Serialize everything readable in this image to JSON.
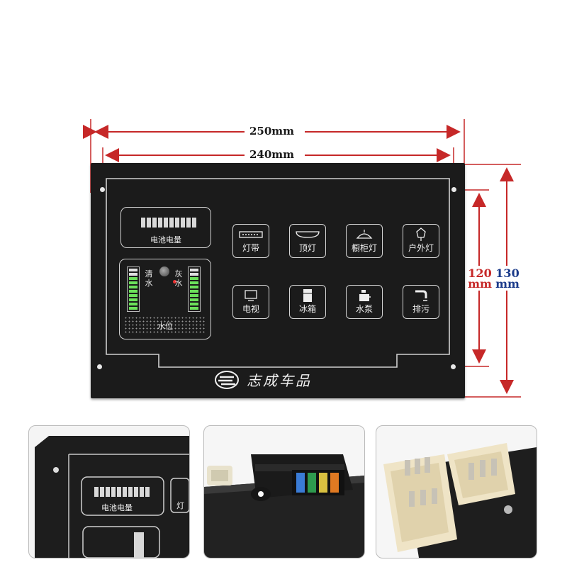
{
  "dimensions": {
    "width_outer": "250mm",
    "width_inner": "240mm",
    "height_inner_value": "120",
    "height_inner_unit": "mm",
    "height_outer_value": "130",
    "height_outer_unit": "mm",
    "arrow_color": "#c62828",
    "outer_text_color": "#1a3a8a"
  },
  "panel": {
    "battery_label": "电池电量",
    "battery_level": 1.0,
    "water": {
      "clean_label": [
        "清",
        "水"
      ],
      "gray_label": [
        "灰",
        "水"
      ],
      "level_label": "水位"
    },
    "buttons_row1": [
      {
        "label": "灯带",
        "icon": "light-strip-icon"
      },
      {
        "label": "顶灯",
        "icon": "ceiling-light-icon"
      },
      {
        "label": "橱柜灯",
        "icon": "cabinet-light-icon"
      },
      {
        "label": "户外灯",
        "icon": "outdoor-lamp-icon"
      }
    ],
    "buttons_row2": [
      {
        "label": "电视",
        "icon": "tv-icon"
      },
      {
        "label": "冰箱",
        "icon": "fridge-icon"
      },
      {
        "label": "水泵",
        "icon": "water-pump-icon"
      },
      {
        "label": "排污",
        "icon": "drain-icon"
      }
    ],
    "brand_name": "志成车品"
  },
  "photos": {
    "thumb1_battery_label": "电池电量",
    "thumb1_partial_button": "灯"
  }
}
